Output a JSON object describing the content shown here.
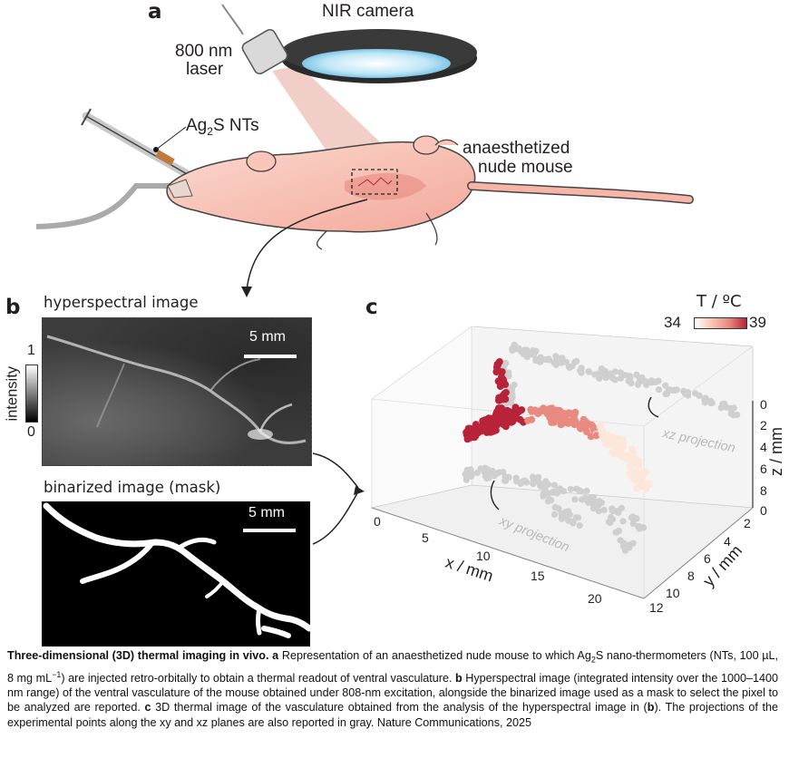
{
  "panel_a": {
    "letter": "a",
    "nir_camera": "NIR camera",
    "laser_line1": "800 nm",
    "laser_line2": "laser",
    "nt_label_base": "Ag",
    "nt_label_sub": "2",
    "nt_label_tail": "S NTs",
    "mouse_line1": "anaesthetized",
    "mouse_line2": "nude mouse"
  },
  "panel_b": {
    "letter": "b",
    "hyperspectral_title": "hyperspectral image",
    "binarized_title": "binarized image (mask)",
    "scale_bar_label": "5 mm",
    "intensity_label": "intensity",
    "intensity_max": "1",
    "intensity_min": "0"
  },
  "panel_c": {
    "letter": "c",
    "colorbar_title": "T / ºC",
    "colorbar_min": "34",
    "colorbar_max": "39",
    "x_axis_title": "x / mm",
    "y_axis_title": "y / mm",
    "z_axis_title": "z / mm",
    "x_ticks": [
      "0",
      "5",
      "10",
      "15",
      "20"
    ],
    "y_ticks": [
      "2",
      "4",
      "6",
      "8",
      "10",
      "12"
    ],
    "z_ticks": [
      "0",
      "2",
      "4",
      "6",
      "8"
    ],
    "z_bottom_tick": "0",
    "xz_label": "xz projection",
    "xy_label": "xy projection",
    "colors": {
      "cold": "#fde6da",
      "warm": "#e88a7f",
      "hot": "#b8233a",
      "projection": "#cfcfcf"
    }
  },
  "caption": {
    "title": "Three-dimensional (3D) thermal imaging in vivo.",
    "a_letter": "a",
    "a_text_1": "Representation of an anaesthetized nude mouse to which Ag",
    "a_sub": "2",
    "a_text_2": "S nano-thermometers (NTs, 100 µL, 8 mg mL",
    "a_sup": "−1",
    "a_text_3": ") are injected retro-orbitally to obtain a thermal readout of ventral  vasculature.",
    "b_letter": "b",
    "b_text": "Hyperspectral image (integrated intensity over the 1000–1400 nm range) of the ventral vasculature of the mouse obtained under 808-nm excitation, alongside the binarized image used as a mask to select the pixel to be analyzed are reported.",
    "c_letter": "c",
    "c_text_1": "3D thermal image of the vasculature obtained from the analysis of the hyperspectral image in (",
    "c_ref": "b",
    "c_text_2": "). The projections of the experimental points along the xy and xz planes are also reported in gray. Nature Communications, 2025"
  }
}
